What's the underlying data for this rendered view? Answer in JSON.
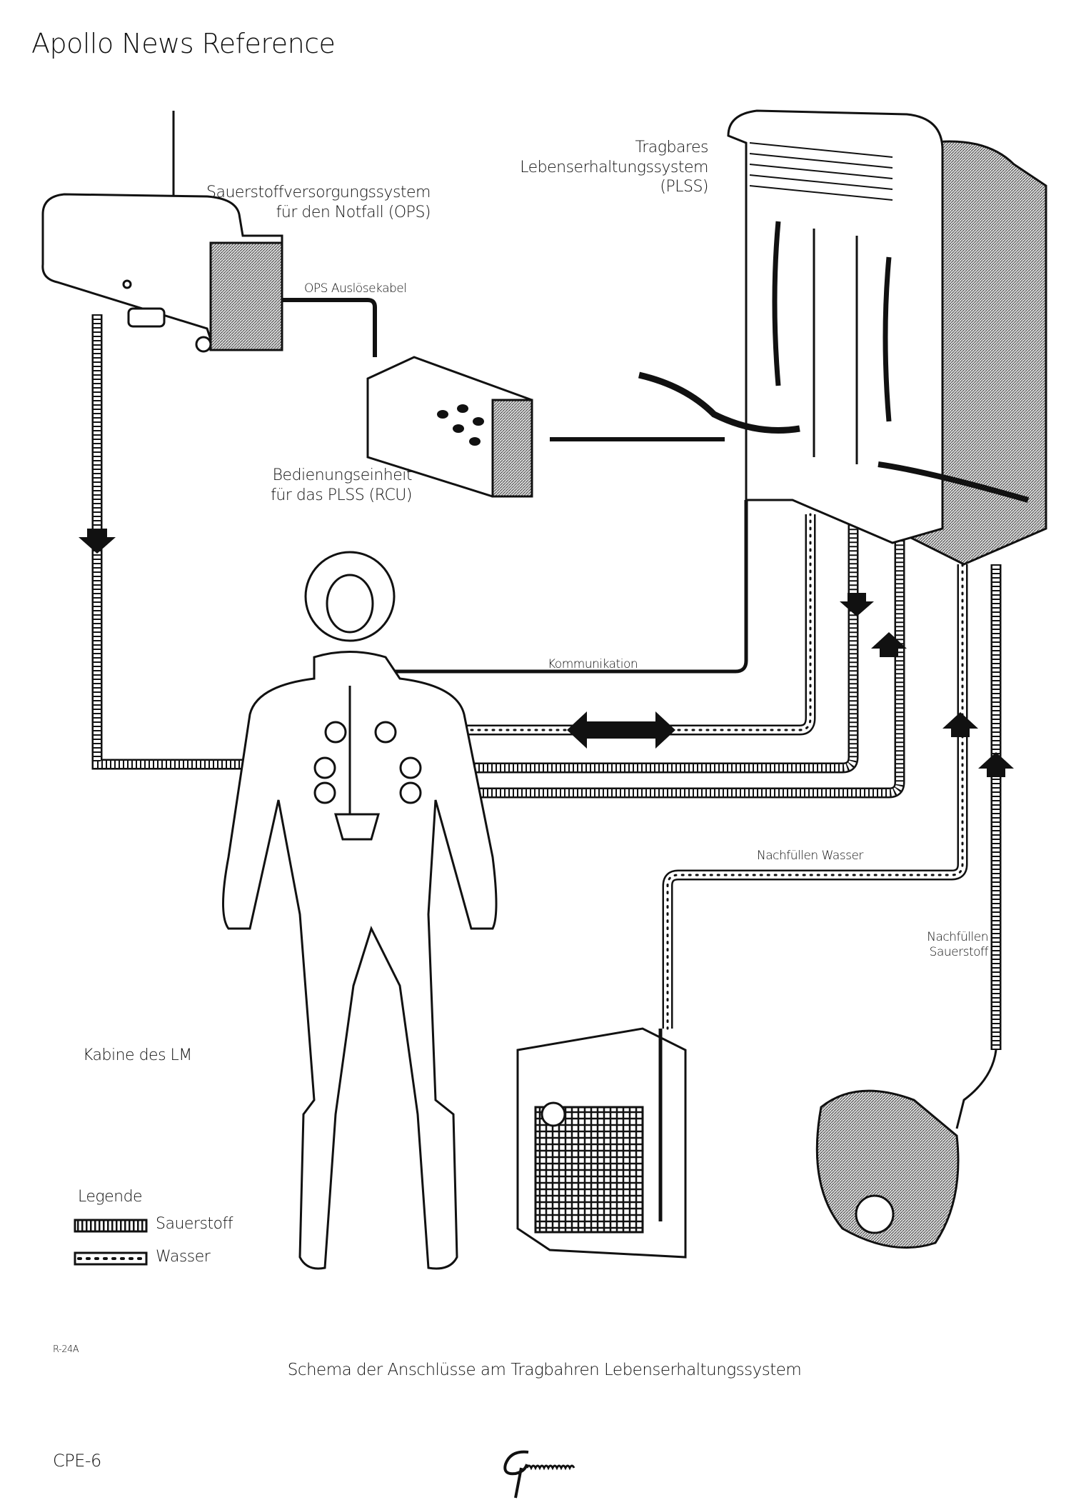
{
  "header": {
    "title": "Apollo News Reference"
  },
  "labels": {
    "ops": [
      "Sauerstoffversorgungssystem",
      "für den Notfall (OPS)"
    ],
    "plss": [
      "Tragbares",
      "Lebenserhaltungssystem",
      "(PLSS)"
    ],
    "ops_cable": "OPS Auslösekabel",
    "rcu": [
      "Bedienungseinheit",
      "für das PLSS (RCU)"
    ],
    "communication": "Kommunikation",
    "refill_water": "Nachfüllen Wasser",
    "refill_oxygen": [
      "Nachfüllen",
      "Sauerstoff"
    ],
    "cabin": "Kabine des LM"
  },
  "legend": {
    "title": "Legende",
    "items": [
      {
        "label": "Sauerstoff",
        "pattern": "oxygen-hose"
      },
      {
        "label": "Wasser",
        "pattern": "water-hose"
      }
    ]
  },
  "footer": {
    "figure_id": "R-24A",
    "caption": "Schema der Anschlüsse am Tragbahren Lebenserhaltungssystem",
    "page": "CPE-6",
    "logo_text": "Grumman"
  }
}
